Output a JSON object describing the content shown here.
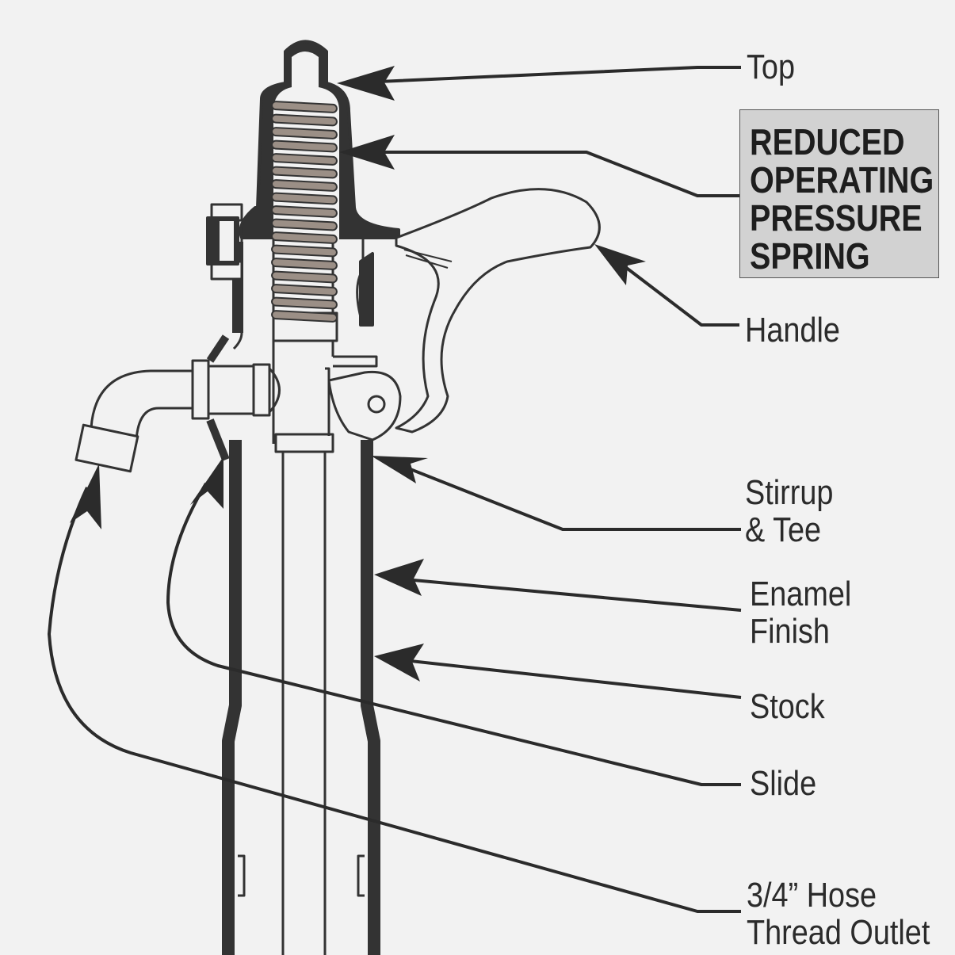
{
  "title": "Yard hydrant cutaway diagram",
  "labels": {
    "top": "Top",
    "spring": [
      "REDUCED",
      "OPERATING",
      "PRESSURE",
      "SPRING"
    ],
    "handle": "Handle",
    "stirrup": [
      "Stirrup",
      "& Tee"
    ],
    "enamel": [
      "Enamel",
      "Finish"
    ],
    "stock": "Stock",
    "slide": "Slide",
    "hose": [
      "3/4” Hose",
      "Thread Outlet"
    ]
  },
  "colors": {
    "background": "#f2f2f2",
    "line": "#333333",
    "spring": "#9b8f86",
    "highlight": "#d2d2d2"
  }
}
